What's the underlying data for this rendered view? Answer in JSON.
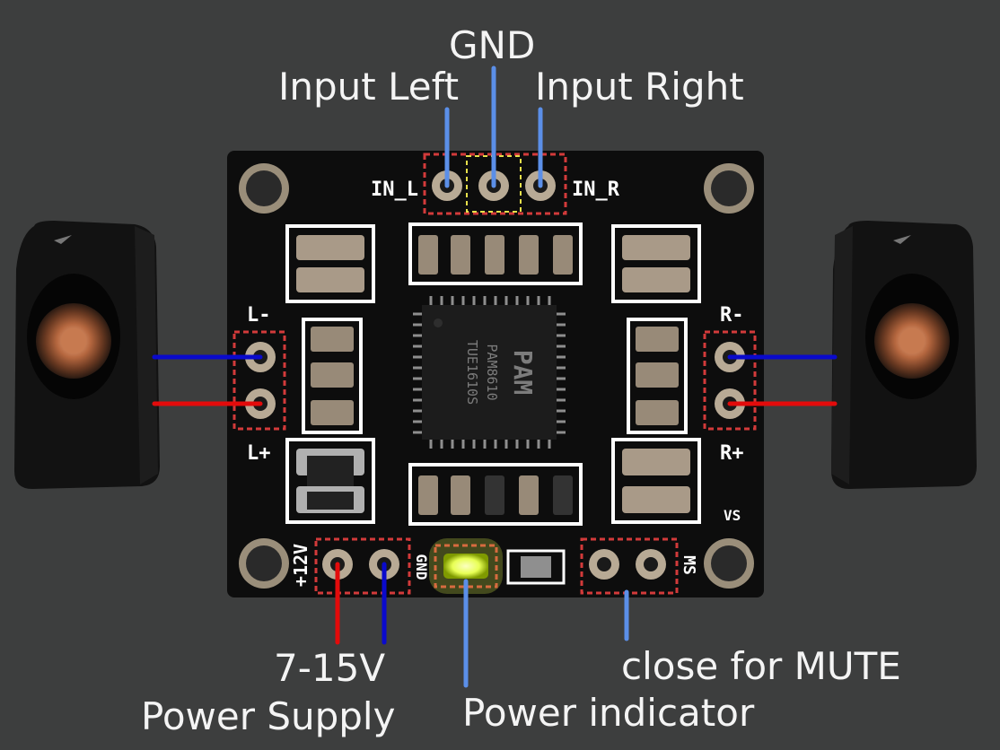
{
  "labels": {
    "gnd": "GND",
    "input_left": "Input Left",
    "input_right": "Input Right",
    "voltage": "7-15V",
    "power_supply": "Power Supply",
    "power_indicator": "Power indicator",
    "mute": "close for MUTE"
  },
  "silkscreen": {
    "in_l": "IN_L",
    "in_r": "IN_R",
    "l_minus": "L-",
    "l_plus": "L+",
    "r_minus": "R-",
    "r_plus": "R+",
    "plus12v": "+12V",
    "gnd": "GND",
    "ms": "MS",
    "vs": "VS",
    "chip_brand": "PAM",
    "chip_model": "PAM8610",
    "chip_code": "TUE1610S"
  },
  "colors": {
    "background": "#3d3e3e",
    "board": "#0d0d0d",
    "negative_wire": "#0a0acc",
    "positive_wire": "#e30b0b",
    "pointer": "#5b8fe8",
    "led": "#f2ff70"
  }
}
